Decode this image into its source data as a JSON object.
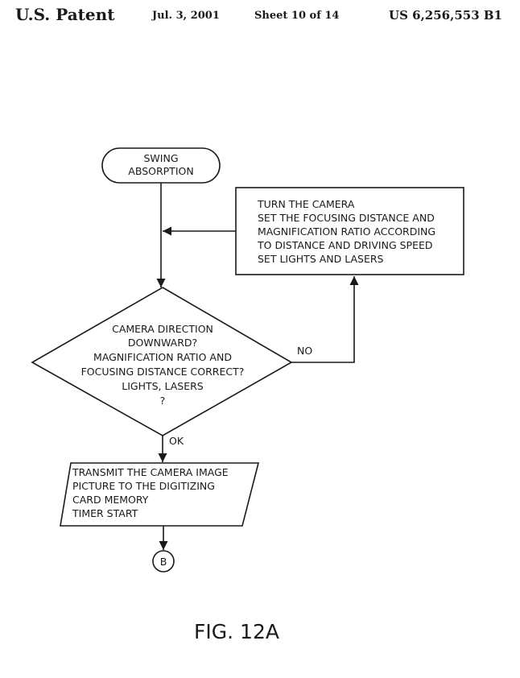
{
  "header": {
    "left": "U.S. Patent",
    "date": "Jul. 3, 2001",
    "sheet": "Sheet 10 of 14",
    "number": "US 6,256,553 B1"
  },
  "flowchart": {
    "start": [
      "SWING",
      "ABSORPTION"
    ],
    "process": [
      "TURN  THE  CAMERA",
      "SET  THE  FOCUSING  DISTANCE  AND",
      "MAGNIFICATION  RATIO  ACCORDING",
      "TO  DISTANCE  AND  DRIVING  SPEED",
      "SET  LIGHTS  AND  LASERS"
    ],
    "decision": [
      "CAMERA  DIRECTION",
      "DOWNWARD?",
      "MAGNIFICATION  RATIO  AND",
      "FOCUSING  DISTANCE  CORRECT?",
      "LIGHTS,  LASERS",
      "?"
    ],
    "no_label": "NO",
    "ok_label": "OK",
    "io": [
      "TRANSMIT  THE  CAMERA  IMAGE",
      "PICTURE  TO  THE  DIGITIZING",
      "CARD  MEMORY",
      "TIMER  START"
    ],
    "connector": "B"
  },
  "figure_label": "FIG. 12A"
}
